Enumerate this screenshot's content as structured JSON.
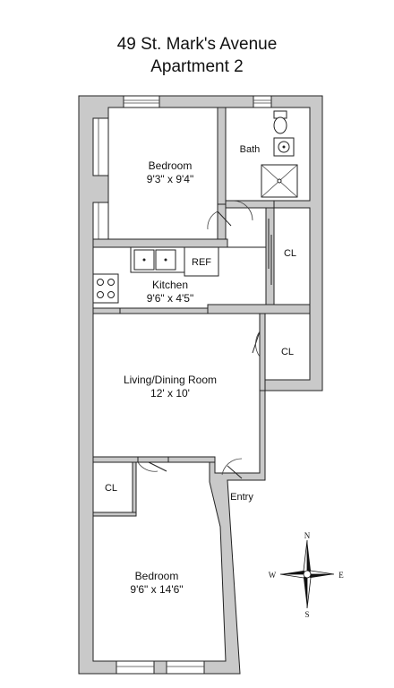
{
  "title": {
    "line1": "49 St. Mark's Avenue",
    "line2": "Apartment 2"
  },
  "rooms": {
    "bedroom_top": {
      "name": "Bedroom",
      "size": "9'3\" x 9'4\""
    },
    "bath": {
      "name": "Bath"
    },
    "closet_1": {
      "name": "CL"
    },
    "closet_2": {
      "name": "CL"
    },
    "closet_3": {
      "name": "CL"
    },
    "ref": {
      "name": "REF"
    },
    "kitchen": {
      "name": "Kitchen",
      "size": "9'6\" x 4'5\""
    },
    "living": {
      "name": "Living/Dining Room",
      "size": "12' x 10'"
    },
    "entry": {
      "name": "Entry"
    },
    "bedroom_bottom": {
      "name": "Bedroom",
      "size": "9'6\" x 14'6\""
    }
  },
  "compass": {
    "n": "N",
    "s": "S",
    "e": "E",
    "w": "W"
  }
}
